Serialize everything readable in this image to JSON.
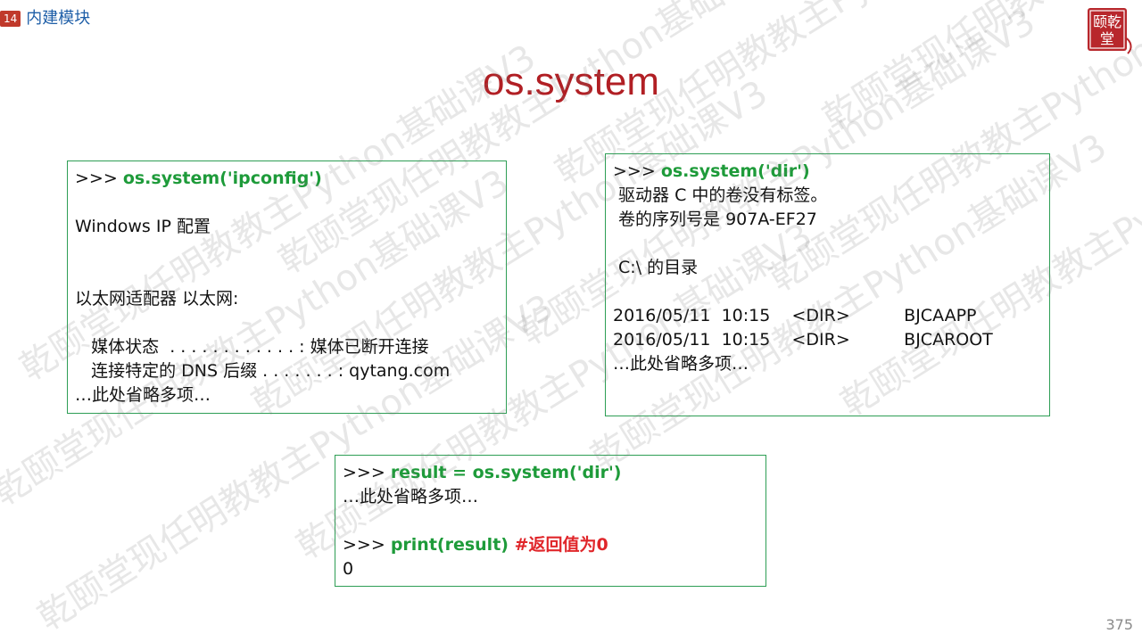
{
  "header": {
    "section_number": "14",
    "section_title": "内建模块",
    "seal_text": "颐乾堂"
  },
  "page_title": "os.system",
  "boxes": {
    "ipconfig": {
      "lines": [
        {
          "prompt": ">>> ",
          "code": "os.system('ipconfig')"
        },
        {
          "text": ""
        },
        {
          "text": "Windows IP 配置"
        },
        {
          "text": ""
        },
        {
          "text": ""
        },
        {
          "text": "以太网适配器 以太网:"
        },
        {
          "text": ""
        },
        {
          "text": "   媒体状态  . . . . . . . . . . . . : 媒体已断开连接"
        },
        {
          "text": "   连接特定的 DNS 后缀 . . . . . . . : qytang.com"
        },
        {
          "text": "…此处省略多项…"
        }
      ]
    },
    "dir": {
      "lines": [
        {
          "prompt": ">>> ",
          "code": "os.system('dir')"
        },
        {
          "text": " 驱动器 C 中的卷没有标签。"
        },
        {
          "text": " 卷的序列号是 907A-EF27"
        },
        {
          "text": ""
        },
        {
          "text": " C:\\ 的目录"
        },
        {
          "text": ""
        },
        {
          "text": "2016/05/11  10:15    <DIR>          BJCAAPP"
        },
        {
          "text": "2016/05/11  10:15    <DIR>          BJCAROOT"
        },
        {
          "text": "…此处省略多项…"
        }
      ]
    },
    "result": {
      "lines": [
        {
          "prompt": ">>> ",
          "code": "result = os.system('dir')"
        },
        {
          "text": "…此处省略多项…"
        },
        {
          "text": ""
        },
        {
          "prompt": ">>> ",
          "code": "print(result)",
          "comment": "#返回值为0"
        },
        {
          "text": "0"
        }
      ]
    }
  },
  "watermark_text": "乾颐堂现任明教教主Python基础课V3",
  "page_number": "375",
  "colors": {
    "accent_red": "#b11f24",
    "code_green": "#1e9b3a",
    "comment_red": "#e0262a",
    "box_border": "#2e9e55",
    "tag_blue": "#1f5fa8"
  }
}
